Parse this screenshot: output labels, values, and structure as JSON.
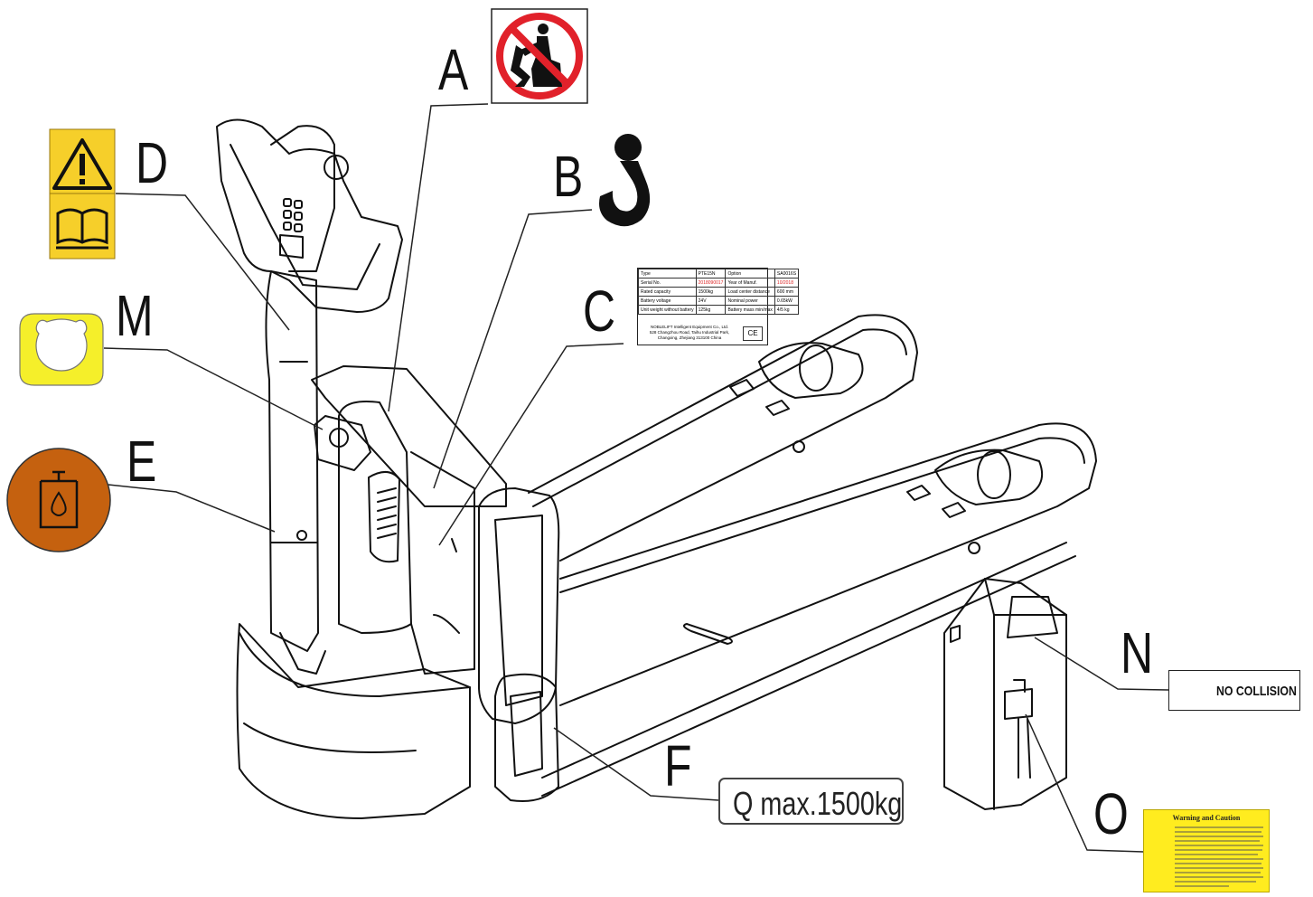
{
  "labels": {
    "a": "A",
    "b": "B",
    "c": "C",
    "d": "D",
    "m": "M",
    "e": "E",
    "f": "F",
    "n": "N",
    "o": "O"
  },
  "icons": {
    "a": "no-riding-icon",
    "b": "lifting-hook-icon",
    "d": "warning-read-manual-icon",
    "m": "lifting-point-mark-icon",
    "e": "hydraulic-oil-icon",
    "n": "no-collision-icon",
    "o": "battery-warning-icon"
  },
  "colors": {
    "prohibition_red": "#e1212a",
    "warning_yellow": "#f6cf2a",
    "mark_yellow": "#f5ef2a",
    "oil_orange": "#c5610f",
    "battery_yellow": "#ffec1f"
  },
  "nameplate": {
    "rows": [
      [
        "Type",
        "PTE15N",
        "Option",
        "SA0016S"
      ],
      [
        "Serial No.",
        "2018090017",
        "Year of Manuf.",
        "10/2018"
      ],
      [
        "Rated capacity",
        "1500kg",
        "Load center distance",
        "600 mm"
      ],
      [
        "Battery voltage",
        "24V",
        "Nominal power",
        "0.65kW"
      ],
      [
        "Unit weight without battery",
        "125kg",
        "Battery mass min/max",
        "4/5 kg"
      ]
    ],
    "maker": "NOBLELIFT Intelligent Equipment Co., Ltd.",
    "address": "528 Changzhou Road, Taihu Industrial Park, Changxing, Zhejiang 313100 China",
    "ce": "CE"
  },
  "capacity_label": "Q max.1500kg",
  "no_collision_label": "NO COLLISION",
  "battery_caution_title": "Warning and Caution"
}
